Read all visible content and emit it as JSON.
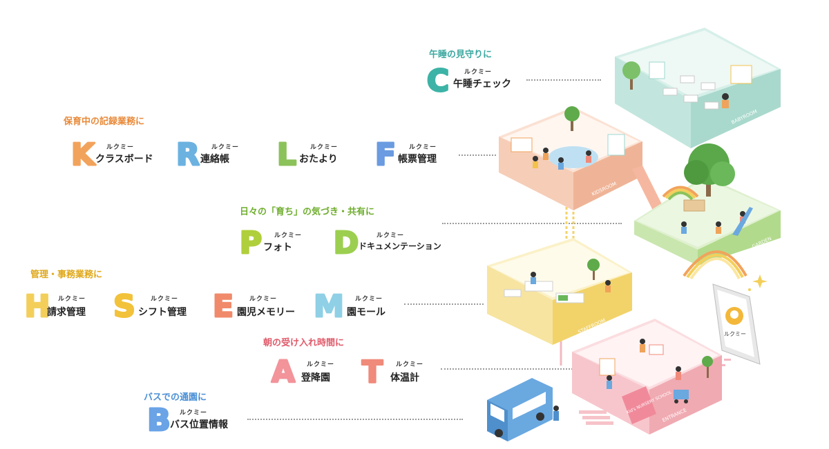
{
  "categories": {
    "nap": {
      "label": "午睡の見守りに",
      "color": "#3aa8a0"
    },
    "record": {
      "label": "保育中の記録業務に",
      "color": "#e88a3a"
    },
    "growth": {
      "label": "日々の「育ち」の気づき・共有に",
      "color": "#6fae2e"
    },
    "admin": {
      "label": "管理・事務業務に",
      "color": "#e0a81a"
    },
    "morning": {
      "label": "朝の受け入れ時間に",
      "color": "#e05a6a"
    },
    "bus": {
      "label": "バスでの通園に",
      "color": "#4a8fd6"
    }
  },
  "brand_kana": "ルクミー",
  "products": {
    "c": {
      "letter": "C",
      "name": "午睡チェック",
      "color": "#3cb3a6"
    },
    "k": {
      "letter": "K",
      "name": "クラスボード",
      "color": "#f2a35b"
    },
    "r": {
      "letter": "R",
      "name": "連絡帳",
      "color": "#6cb2e0"
    },
    "l": {
      "letter": "L",
      "name": "おたより",
      "color": "#8cc25a"
    },
    "f": {
      "letter": "F",
      "name": "帳票管理",
      "color": "#6b9be0"
    },
    "p": {
      "letter": "P",
      "name": "フォト",
      "color": "#b0cf3c"
    },
    "d": {
      "letter": "D",
      "name": "ドキュメンテーション",
      "color": "#9ccf50"
    },
    "h": {
      "letter": "H",
      "name": "請求管理",
      "color": "#f3cf5a"
    },
    "s": {
      "letter": "S",
      "name": "シフト管理",
      "color": "#f2c23a"
    },
    "e": {
      "letter": "E",
      "name": "園児メモリー",
      "color": "#f08a6a"
    },
    "m": {
      "letter": "M",
      "name": "園モール",
      "color": "#8fd0e6"
    },
    "a": {
      "letter": "A",
      "name": "登降園",
      "color": "#f2949a"
    },
    "t": {
      "letter": "T",
      "name": "体温計",
      "color": "#f08a7a"
    },
    "b": {
      "letter": "B",
      "name": "バス位置情報",
      "color": "#6aa3e6"
    }
  },
  "rooms": {
    "baby": "BABYROOM",
    "kids": "KIDSROOM",
    "garden": "GARDEN",
    "staff": "STAFFROOM",
    "entrance": "ENTRANCE",
    "school": "Kid's NURSERY SCHOOL"
  },
  "tablet_label": "ルクミー",
  "colors": {
    "baby": "#d6efe9",
    "kids": "#fbe1d3",
    "garden": "#dff0cf",
    "staff": "#fbf1c8",
    "entrance": "#fbdde0",
    "bus": "#6aa8e0"
  }
}
